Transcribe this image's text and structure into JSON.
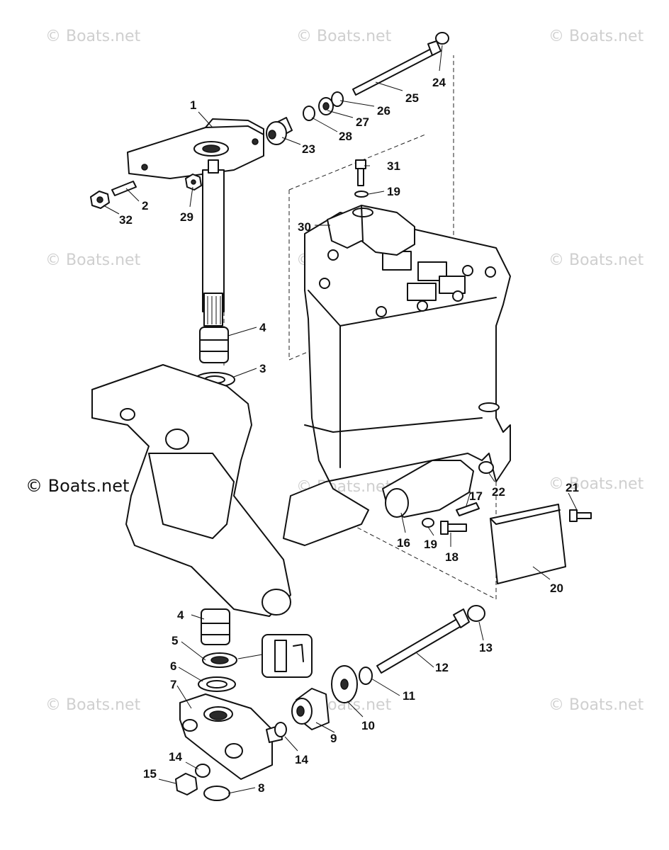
{
  "watermark": {
    "text": "© Boats.net",
    "dark_text": "© Boats.net"
  },
  "callouts": [
    {
      "id": "c1",
      "label": "1"
    },
    {
      "id": "c2",
      "label": "2"
    },
    {
      "id": "c3",
      "label": "3"
    },
    {
      "id": "c4a",
      "label": "4"
    },
    {
      "id": "c4b",
      "label": "4"
    },
    {
      "id": "c5",
      "label": "5"
    },
    {
      "id": "c6",
      "label": "6"
    },
    {
      "id": "c7",
      "label": "7"
    },
    {
      "id": "c8",
      "label": "8"
    },
    {
      "id": "c9",
      "label": "9"
    },
    {
      "id": "c10",
      "label": "10"
    },
    {
      "id": "c11",
      "label": "11"
    },
    {
      "id": "c12",
      "label": "12"
    },
    {
      "id": "c13",
      "label": "13"
    },
    {
      "id": "c14a",
      "label": "14"
    },
    {
      "id": "c14b",
      "label": "14"
    },
    {
      "id": "c15",
      "label": "15"
    },
    {
      "id": "c16",
      "label": "16"
    },
    {
      "id": "c17",
      "label": "17"
    },
    {
      "id": "c18",
      "label": "18"
    },
    {
      "id": "c19a",
      "label": "19"
    },
    {
      "id": "c19b",
      "label": "19"
    },
    {
      "id": "c20",
      "label": "20"
    },
    {
      "id": "c21",
      "label": "21"
    },
    {
      "id": "c22",
      "label": "22"
    },
    {
      "id": "c23",
      "label": "23"
    },
    {
      "id": "c24",
      "label": "24"
    },
    {
      "id": "c25",
      "label": "25"
    },
    {
      "id": "c26",
      "label": "26"
    },
    {
      "id": "c27",
      "label": "27"
    },
    {
      "id": "c28",
      "label": "28"
    },
    {
      "id": "c29",
      "label": "29"
    },
    {
      "id": "c30",
      "label": "30"
    },
    {
      "id": "c31",
      "label": "31"
    },
    {
      "id": "c32",
      "label": "32"
    }
  ]
}
